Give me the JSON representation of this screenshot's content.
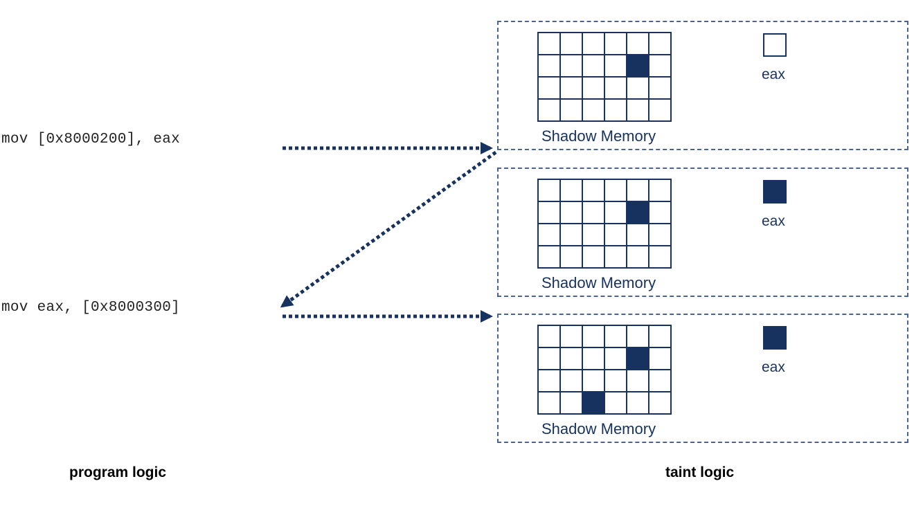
{
  "program": {
    "instructions": [
      "mov [0x8000200], eax",
      "mov eax, [0x8000300]"
    ],
    "label": "program logic"
  },
  "taint": {
    "label": "taint logic",
    "grid": {
      "rows": 4,
      "cols": 6
    },
    "panels": [
      {
        "shadow_label": "Shadow Memory",
        "register_label": "eax",
        "register_tainted": false,
        "tainted_cells": [
          [
            1,
            4
          ]
        ]
      },
      {
        "shadow_label": "Shadow Memory",
        "register_label": "eax",
        "register_tainted": true,
        "tainted_cells": [
          [
            1,
            4
          ]
        ]
      },
      {
        "shadow_label": "Shadow Memory",
        "register_label": "eax",
        "register_tainted": true,
        "tainted_cells": [
          [
            1,
            4
          ],
          [
            3,
            2
          ]
        ]
      }
    ]
  },
  "colors": {
    "navy": "#17325e",
    "panel_border": "#4a6396"
  }
}
